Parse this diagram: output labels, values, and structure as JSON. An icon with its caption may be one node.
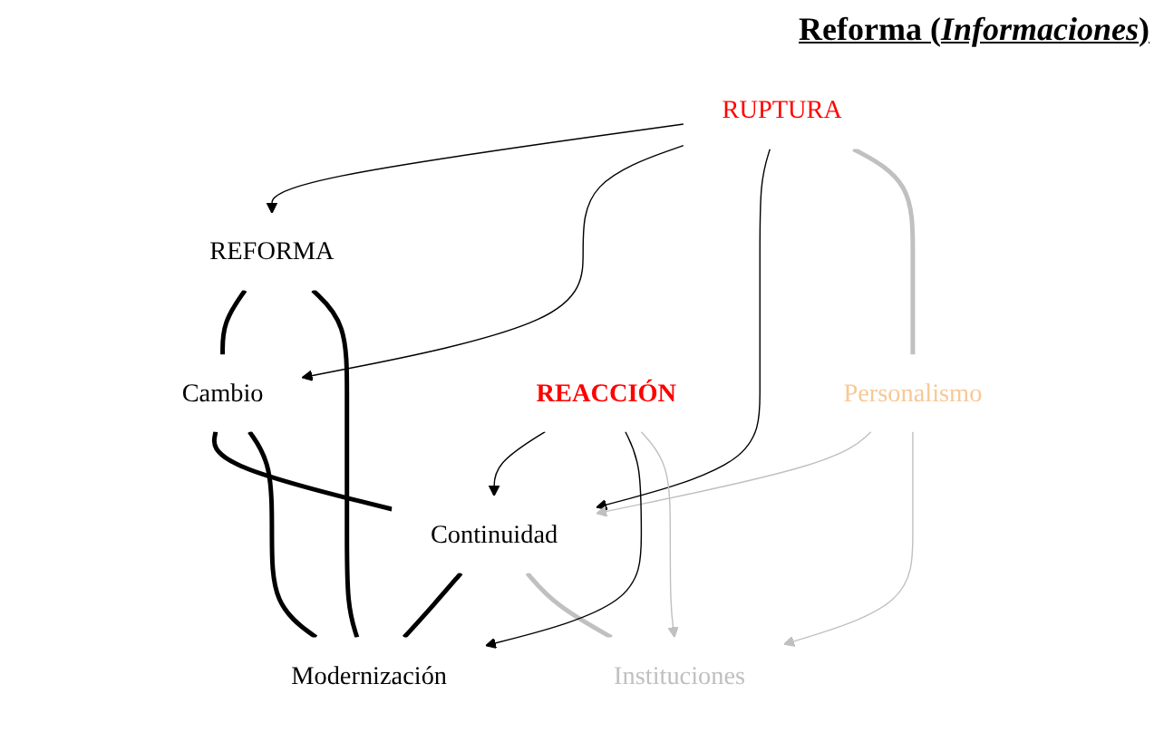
{
  "diagram": {
    "title": "Reforma (*Informaciones*)",
    "nodes": [
      {
        "text": [
          "RUPTURA"
        ]
      },
      {
        "text": [
          "REFORMA"
        ]
      },
      {
        "text": [
          "Personalismo"
        ]
      },
      {
        "text": [
          "Cambio"
        ]
      },
      {
        "text": [
          "Continuidad"
        ]
      },
      {
        "text": [
          "Modernización"
        ]
      },
      {
        "text": [
          "Instituciones"
        ]
      },
      {
        "text": [
          "REACCIÓN"
        ]
      }
    ],
    "edges": [
      {
        "from": 0,
        "to": 1,
        "arrow": "to"
      },
      {
        "from": 0,
        "to": 3,
        "arrow": "to"
      },
      {
        "from": 0,
        "to": 4,
        "arrow": "to"
      },
      {
        "from": 0,
        "to": 2,
        "arrow": "none",
        "style": "thick",
        "color": "#c0c0c0"
      },
      {
        "from": 1,
        "to": 3,
        "arrow": "none",
        "style": "thick"
      },
      {
        "from": 1,
        "to": 5,
        "arrow": "none",
        "style": "thick"
      },
      {
        "from": 3,
        "to": 4,
        "arrow": "none",
        "style": "thick"
      },
      {
        "from": 3,
        "to": 5,
        "arrow": "none",
        "style": "thick"
      },
      {
        "from": 4,
        "to": 5,
        "arrow": "none",
        "style": "thick"
      },
      {
        "from": 2,
        "to": 4,
        "arrow": "to",
        "color": "#c0c0c0"
      },
      {
        "from": 2,
        "to": 6,
        "arrow": "to",
        "color": "#c0c0c0"
      },
      {
        "from": 4,
        "to": 6,
        "arrow": "none",
        "style": "thick",
        "color": "#c0c0c0"
      },
      {
        "from": 7,
        "to": 4,
        "arrow": "to"
      },
      {
        "from": 7,
        "to": 5,
        "arrow": "to"
      },
      {
        "from": 7,
        "to": 6,
        "arrow": "to",
        "color": "#c0c0c0"
      }
    ]
  }
}
